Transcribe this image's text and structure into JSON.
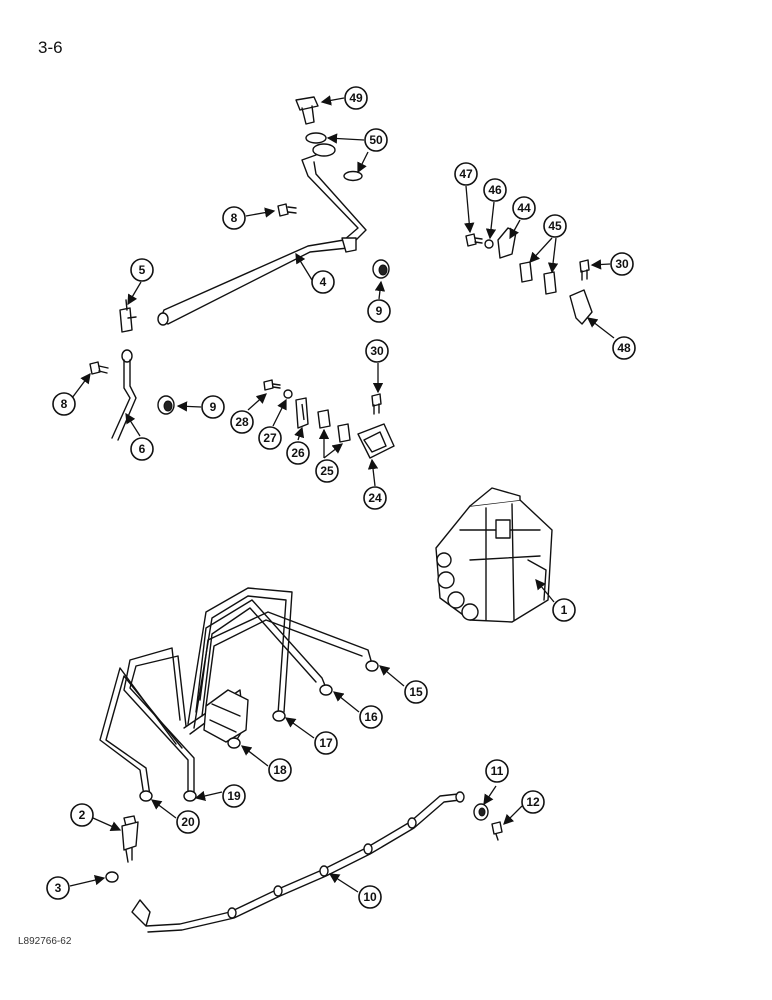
{
  "page": {
    "label": "3-6",
    "reference_code": "L892766-62"
  },
  "callouts": [
    "49",
    "50",
    "8",
    "4",
    "5",
    "9",
    "8",
    "6",
    "9",
    "28",
    "27",
    "26",
    "25",
    "24",
    "30",
    "47",
    "46",
    "44",
    "45",
    "30",
    "48",
    "1",
    "15",
    "16",
    "17",
    "18",
    "19",
    "20",
    "2",
    "3",
    "10",
    "11",
    "12"
  ]
}
